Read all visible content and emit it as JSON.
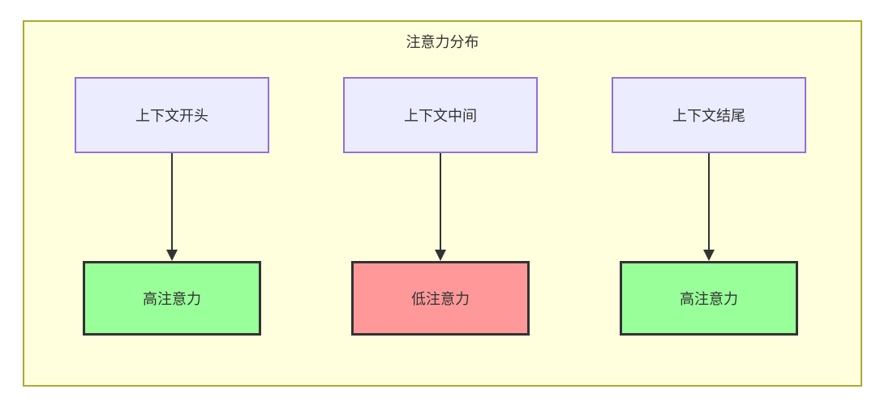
{
  "diagram": {
    "title": "注意力分布",
    "colors": {
      "container_fill": "#ffffde",
      "container_border": "#aaaa33",
      "node_fill": "#ECECFF",
      "node_border": "#9370DB",
      "high_fill": "#99ff99",
      "low_fill": "#ff9999",
      "result_border": "#333333",
      "arrow": "#333333",
      "text": "#333333"
    },
    "columns": [
      {
        "source": "上下文开头",
        "result": "高注意力",
        "result_type": "high"
      },
      {
        "source": "上下文中间",
        "result": "低注意力",
        "result_type": "low"
      },
      {
        "source": "上下文结尾",
        "result": "高注意力",
        "result_type": "high"
      }
    ]
  }
}
